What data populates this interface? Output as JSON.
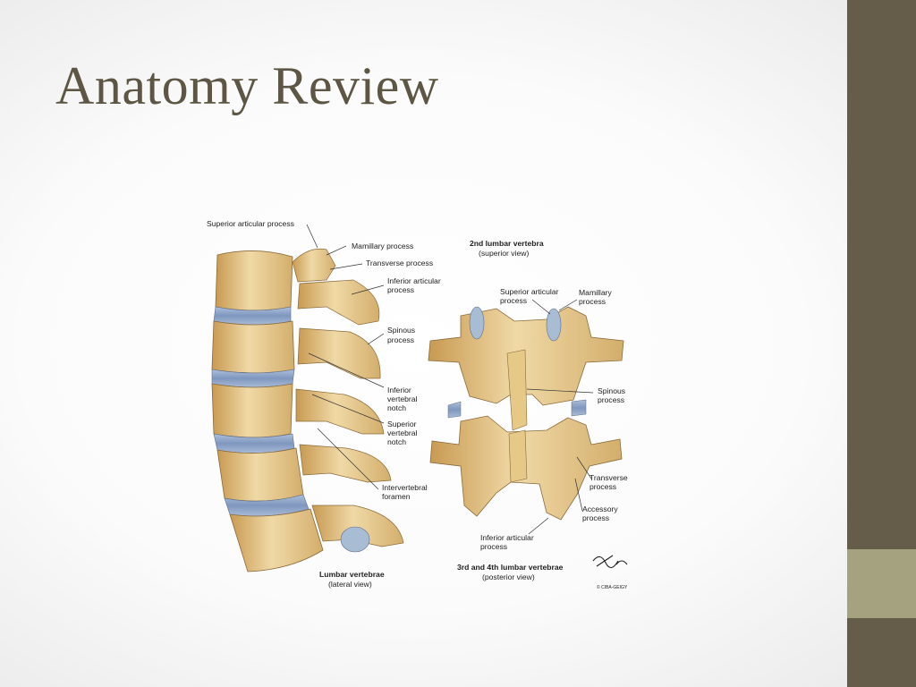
{
  "slide": {
    "title": "Anatomy Review",
    "colors": {
      "title": "#5e5644",
      "sidebar": "#655c4a",
      "sidebar_accent": "#a5a27f",
      "bone": "#e7c98f",
      "disc": "#8ea6c9"
    }
  },
  "figure": {
    "lateral": {
      "caption_line1": "Lumbar vertebrae",
      "caption_line2": "(lateral view)",
      "labels": {
        "superior_articular_process": "Superior articular process",
        "mamillary_process": "Mamillary process",
        "transverse_process": "Transverse process",
        "inferior_articular_line1": "Inferior articular",
        "inferior_articular_line2": "process",
        "spinous_line1": "Spinous",
        "spinous_line2": "process",
        "inferior_notch_line1": "Inferior",
        "inferior_notch_line2": "vertebral",
        "inferior_notch_line3": "notch",
        "superior_notch_line1": "Superior",
        "superior_notch_line2": "vertebral",
        "superior_notch_line3": "notch",
        "foramen_line1": "Intervertebral",
        "foramen_line2": "foramen"
      }
    },
    "superior_view": {
      "caption_line1": "2nd lumbar vertebra",
      "caption_line2": "(superior view)"
    },
    "posterior": {
      "caption_line1": "3rd and 4th lumbar vertebrae",
      "caption_line2": "(posterior view)",
      "labels": {
        "superior_articular_line1": "Superior articular",
        "superior_articular_line2": "process",
        "mamillary_line1": "Mamillary",
        "mamillary_line2": "process",
        "spinous_line1": "Spinous",
        "spinous_line2": "process",
        "transverse_line1": "Transverse",
        "transverse_line2": "process",
        "accessory_line1": "Accessory",
        "accessory_line2": "process",
        "inferior_articular_line1": "Inferior articular",
        "inferior_articular_line2": "process"
      }
    },
    "signature": "F. Netter",
    "copyright": "© CIBA-GEIGY"
  }
}
